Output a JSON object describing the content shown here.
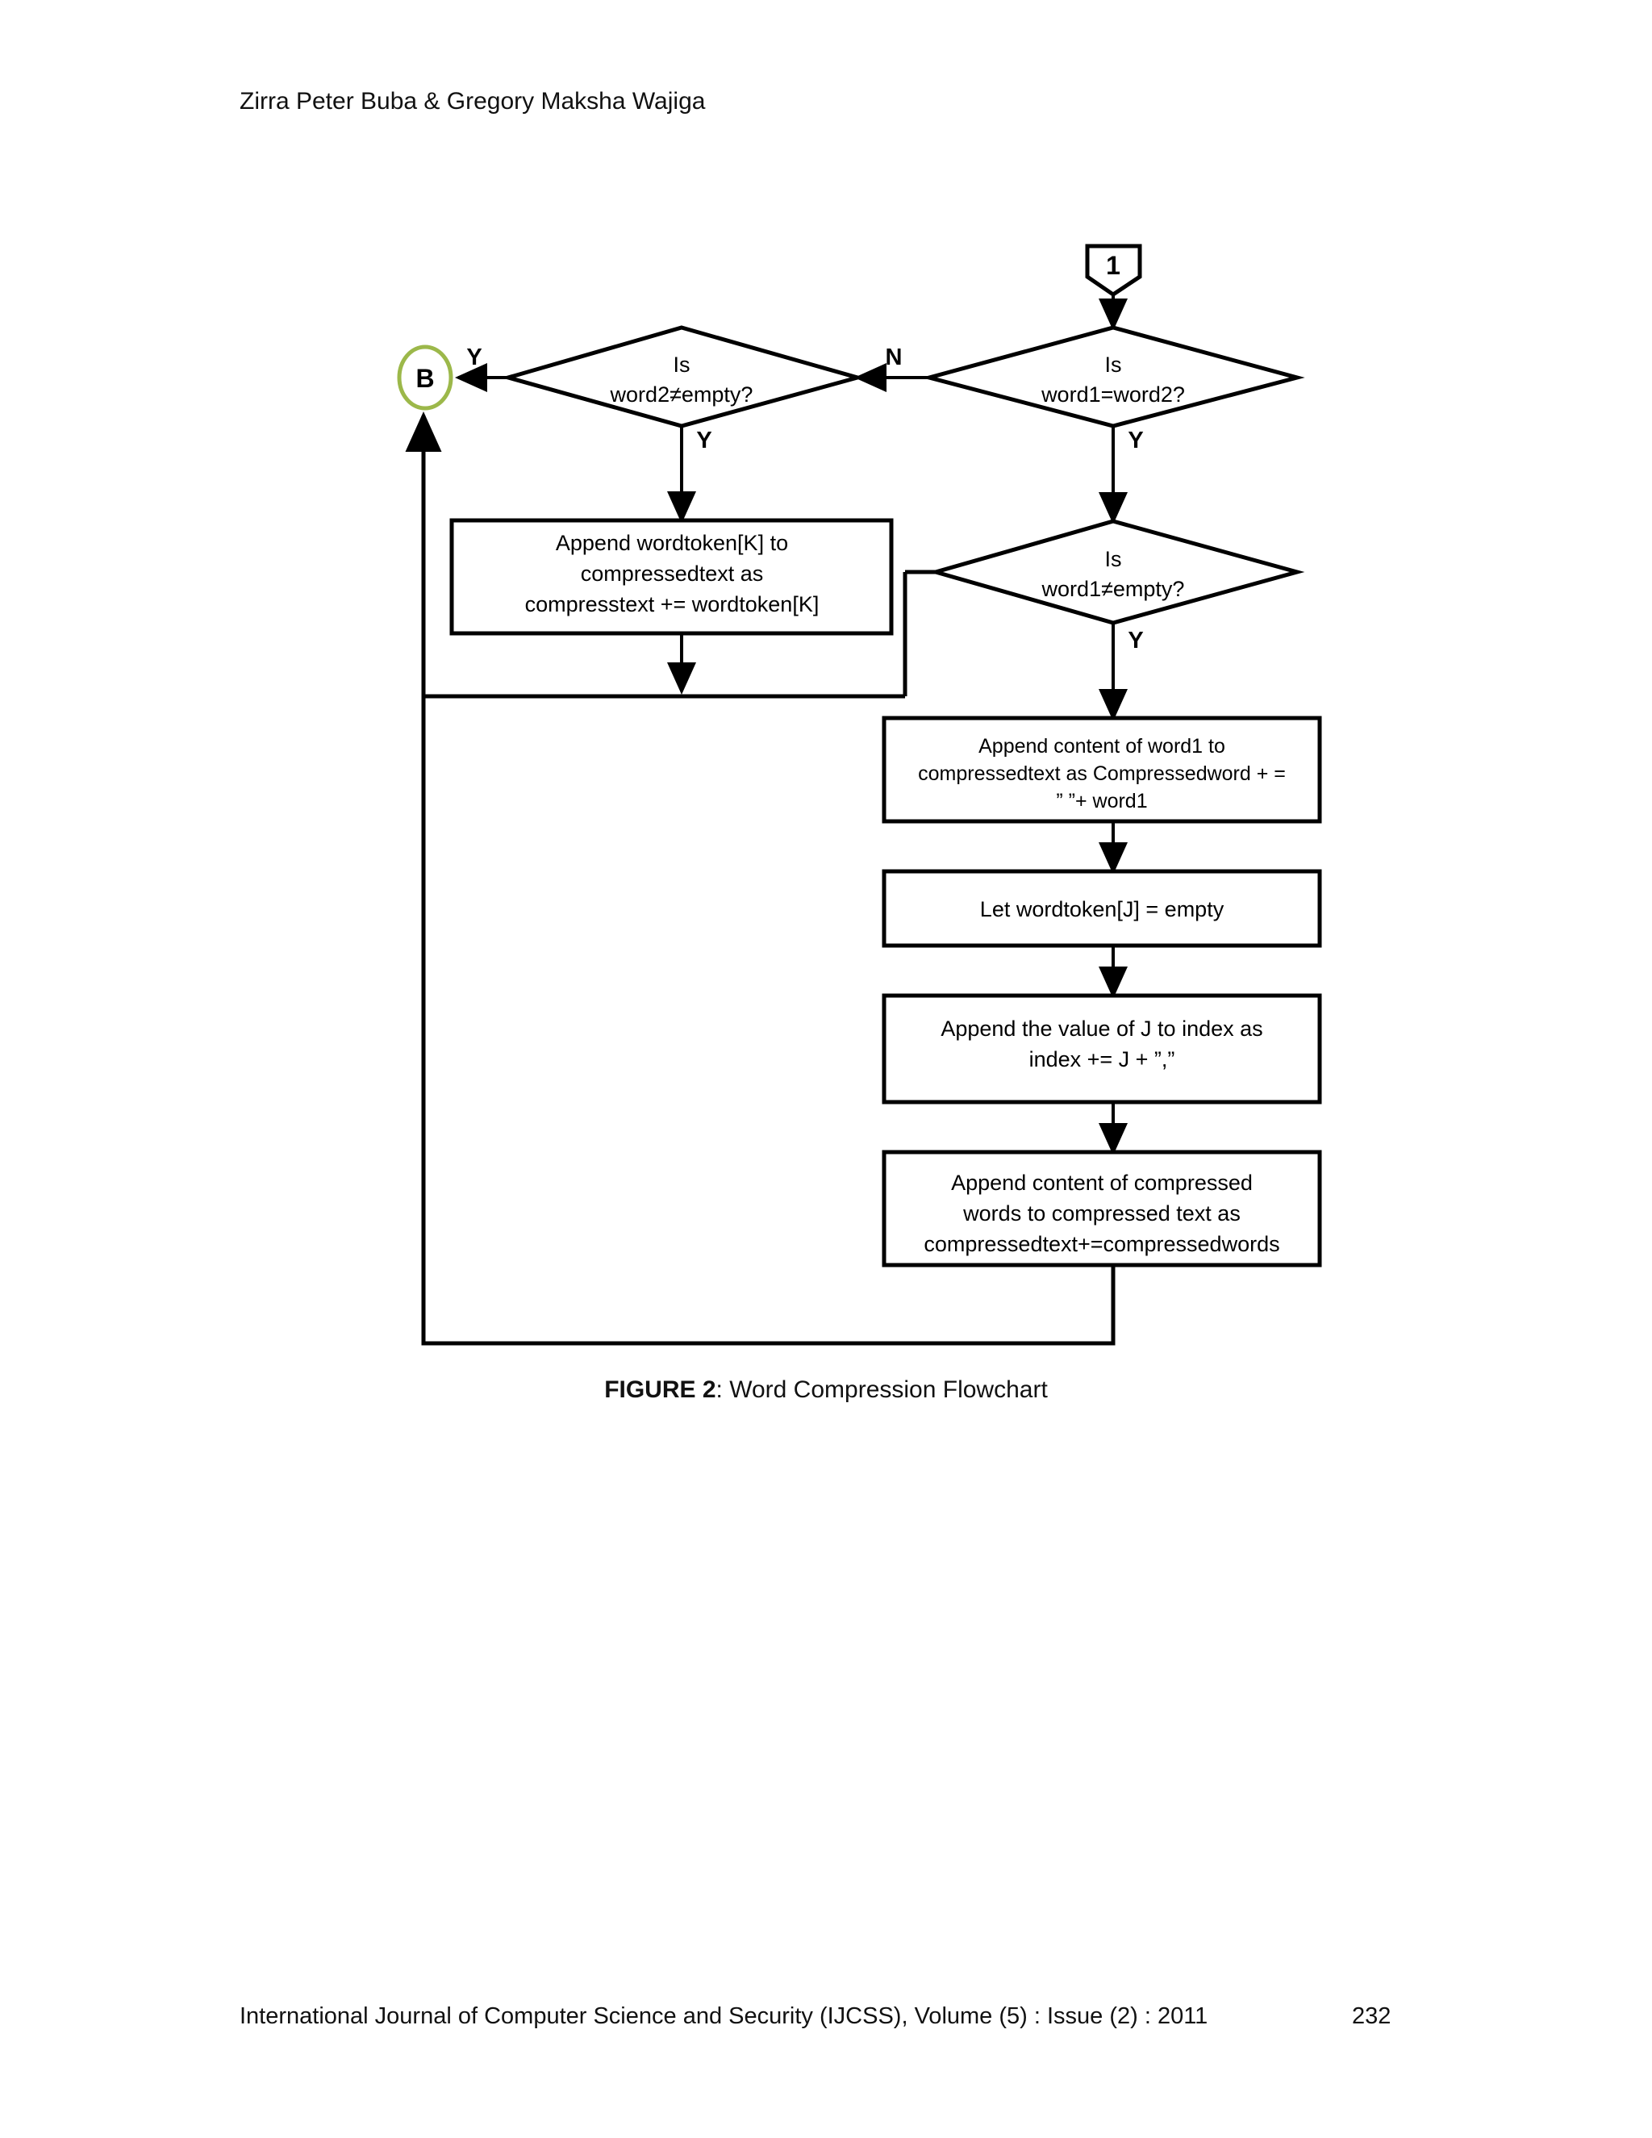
{
  "page": {
    "running_head": "Zirra Peter Buba & Gregory Maksha Wajiga",
    "figure_caption_label": "FIGURE 2",
    "figure_caption_rest": ": Word Compression Flowchart",
    "footer_text": "International Journal of Computer Science and Security (IJCSS), Volume (5) : Issue (2) : 2011",
    "footer_page": "232"
  },
  "colors": {
    "stroke": "#000000",
    "connector_b_ring": "#9cb84a",
    "background": "#ffffff"
  },
  "chart_data": {
    "type": "diagram",
    "title": "Word Compression Flowchart",
    "nodes": [
      {
        "id": "conn1",
        "type": "connector",
        "label": "1"
      },
      {
        "id": "dec_eq",
        "type": "decision",
        "line1": "Is",
        "line2": "word1=word2?"
      },
      {
        "id": "dec_w2",
        "type": "decision",
        "line1": "Is",
        "line2": "word2≠empty?"
      },
      {
        "id": "connB",
        "type": "connector",
        "label": "B"
      },
      {
        "id": "proc_wtk",
        "type": "process",
        "line1": "Append wordtoken[K] to",
        "line2": "compressedtext as",
        "line3": "compresstext += wordtoken[K]"
      },
      {
        "id": "dec_w1",
        "type": "decision",
        "line1": "Is",
        "line2": "word1≠empty?"
      },
      {
        "id": "proc_w1",
        "type": "process",
        "line1": "Append content of word1 to",
        "line2": "compressedtext as Compressedword + =",
        "line3": "” ”+ word1"
      },
      {
        "id": "proc_let",
        "type": "process",
        "line1": "Let wordtoken[J]  = empty"
      },
      {
        "id": "proc_idx",
        "type": "process",
        "line1": "Append the value of J to index as",
        "line2": "index += J + ”,”"
      },
      {
        "id": "proc_cw",
        "type": "process",
        "line1": "Append content of compressed",
        "line2": "words to compressed text as",
        "line3": "compressedtext+=compressedwords"
      }
    ],
    "edges": [
      {
        "from": "conn1",
        "to": "dec_eq",
        "label": ""
      },
      {
        "from": "dec_eq",
        "to": "dec_w2",
        "label": "N"
      },
      {
        "from": "dec_eq",
        "to": "dec_w1",
        "label": "Y"
      },
      {
        "from": "dec_w2",
        "to": "connB",
        "label": "Y"
      },
      {
        "from": "dec_w2",
        "to": "proc_wtk",
        "label": "Y"
      },
      {
        "from": "dec_w1",
        "to": "proc_w1",
        "label": "Y"
      },
      {
        "from": "dec_w1",
        "to": "proc_wtk",
        "label": ""
      },
      {
        "from": "proc_wtk",
        "to": "connB",
        "label": ""
      },
      {
        "from": "proc_w1",
        "to": "proc_let",
        "label": ""
      },
      {
        "from": "proc_let",
        "to": "proc_idx",
        "label": ""
      },
      {
        "from": "proc_idx",
        "to": "proc_cw",
        "label": ""
      },
      {
        "from": "proc_cw",
        "to": "connB",
        "label": ""
      }
    ],
    "branch_labels": [
      "Y",
      "N",
      "Y",
      "Y",
      "Y"
    ]
  },
  "flow": {
    "connector_1": {
      "label": "1"
    },
    "connector_b": {
      "label": "B"
    },
    "decision_word1_eq_word2": {
      "line1": "Is",
      "line2": "word1=word2?"
    },
    "decision_word2_not_empty": {
      "line1": "Is",
      "line2": "word2≠empty?"
    },
    "decision_word1_not_empty": {
      "line1": "Is",
      "line2": "word1≠empty?"
    },
    "process_append_wordtoken": {
      "line1": "Append wordtoken[K] to",
      "line2": "compressedtext as",
      "line3": "compresstext += wordtoken[K]"
    },
    "process_append_word1": {
      "line1": "Append content of word1 to",
      "line2": "compressedtext as Compressedword + =",
      "line3": "” ”+ word1"
    },
    "process_let_wordtoken_empty": {
      "line1": "Let wordtoken[J]  = empty"
    },
    "process_append_index": {
      "line1": "Append the value of J to index as",
      "line2": "index += J + ”,”"
    },
    "process_append_compressedwords": {
      "line1": "Append content of compressed",
      "line2": "words to compressed text as",
      "line3": "compressedtext+=compressedwords"
    },
    "labels": {
      "y_to_b": "Y",
      "n_eq_to_w2": "N",
      "y_w2_down": "Y",
      "y_eq_down": "Y",
      "y_w1_down": "Y"
    }
  }
}
